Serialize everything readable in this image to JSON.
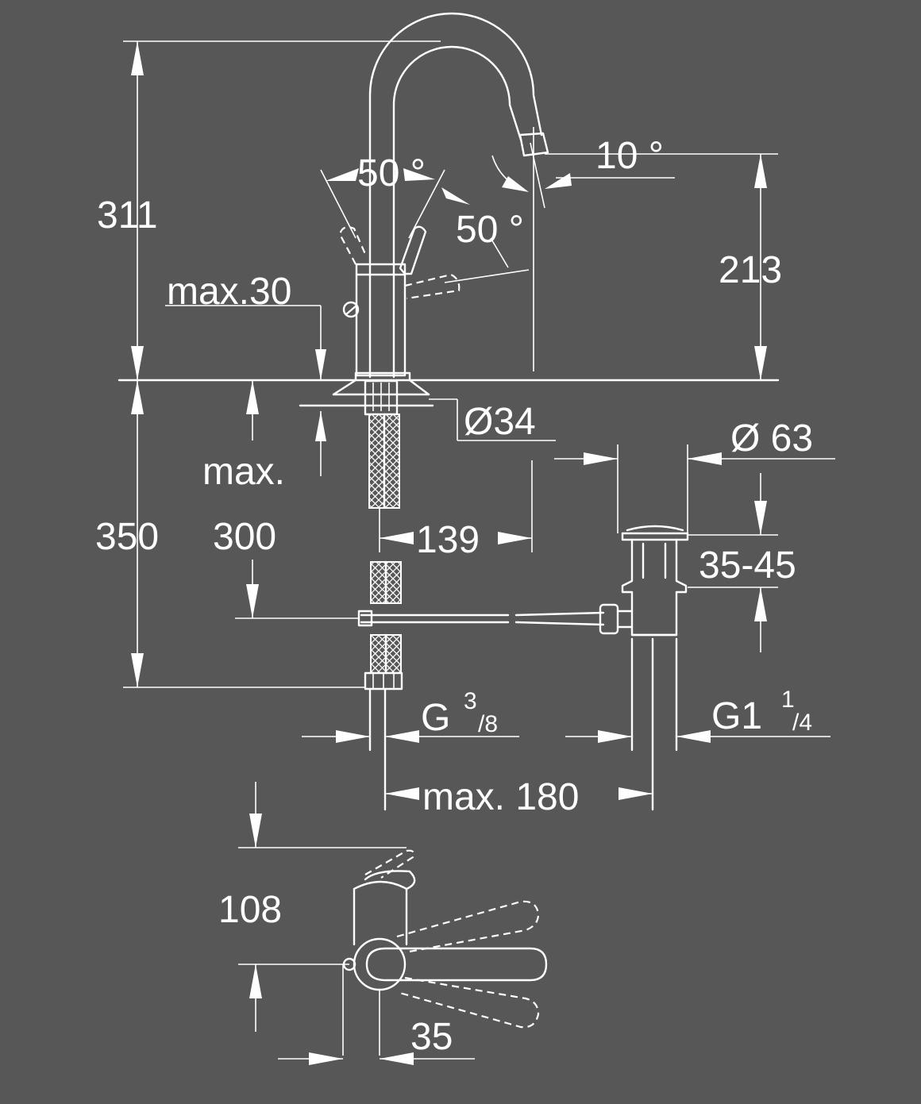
{
  "dimensions": {
    "height_total": "311",
    "height_spout": "213",
    "angle_spout": "10 °",
    "angle_lever_left": "50 °",
    "angle_lever_right": "50 °",
    "deck_thickness": "max.30",
    "hole_diameter": "Ø34",
    "waste_diameter": "Ø 63",
    "reach": "139",
    "waste_height": "35-45",
    "below_deck": "350",
    "hose_max_label": "max.",
    "hose_max_value": "300",
    "inlet_thread_main": "G",
    "inlet_thread_num": "3",
    "inlet_thread_den": "/8",
    "waste_thread_main": "G1",
    "waste_thread_num": "1",
    "waste_thread_den": "/4",
    "tail_spacing": "max. 180",
    "lever_height": "108",
    "lever_offset": "35"
  },
  "colors": {
    "background": "#575757",
    "line": "#ffffff"
  }
}
